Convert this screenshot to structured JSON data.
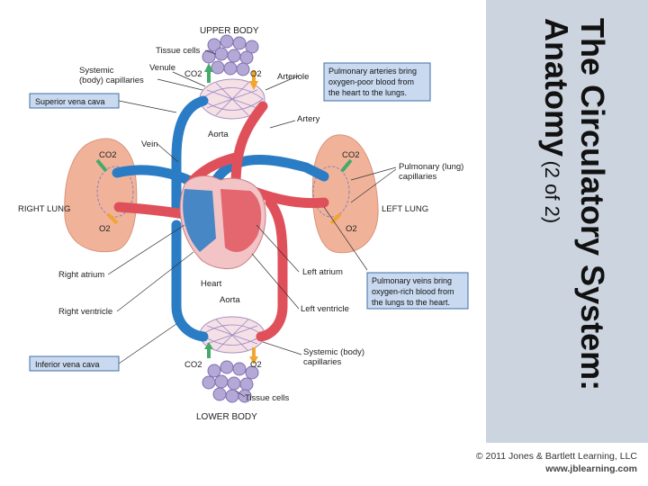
{
  "labels": {
    "upper_body": "UPPER BODY",
    "lower_body": "LOWER BODY",
    "tissue_cells_top": "Tissue cells",
    "tissue_cells_bottom": "Tissue cells",
    "systemic_capillaries_1": "Systemic",
    "systemic_capillaries_2": "(body) capillaries",
    "venule": "Venule",
    "co2_top": "CO2",
    "o2_top": "O2",
    "arteriole": "Arteriole",
    "artery": "Artery",
    "aorta_top": "Aorta",
    "vein": "Vein",
    "co2_left": "CO2",
    "o2_left": "O2",
    "co2_right": "CO2",
    "o2_right": "O2",
    "right_lung": "RIGHT LUNG",
    "left_lung": "LEFT LUNG",
    "pulmonary_capillaries_1": "Pulmonary (lung)",
    "pulmonary_capillaries_2": "capillaries",
    "right_atrium": "Right atrium",
    "heart": "Heart",
    "aorta_bottom": "Aorta",
    "right_ventricle": "Right ventricle",
    "left_atrium": "Left atrium",
    "left_ventricle": "Left ventricle",
    "systemic_body_1": "Systemic (body)",
    "systemic_body_2": "capillaries",
    "co2_bottom": "CO2",
    "o2_bottom": "O2"
  },
  "boxes": {
    "superior_vena_cava": "Superior vena cava",
    "inferior_vena_cava": "Inferior vena cava",
    "pulmonary_arteries_1": "Pulmonary arteries bring",
    "pulmonary_arteries_2": "oxygen-poor blood from",
    "pulmonary_arteries_3": "the heart to the lungs.",
    "pulmonary_veins_1": "Pulmonary veins bring",
    "pulmonary_veins_2": "oxygen-rich blood from",
    "pulmonary_veins_3": "the lungs to the heart."
  },
  "title": {
    "line1": "The Circulatory System:",
    "line2": "Anatomy",
    "line3": "(2 of 2)"
  },
  "copyright": {
    "line1": "© 2011 Jones & Bartlett Learning, LLC",
    "line2": "www.jblearning.com"
  },
  "colors": {
    "oxygen_poor": "#2a7cc4",
    "oxygen_rich": "#e0505a",
    "lung": "#f0b39a",
    "box_fill": "#c9daf0",
    "box_stroke": "#3f6fa6",
    "title_bar": "#ccd4df"
  }
}
